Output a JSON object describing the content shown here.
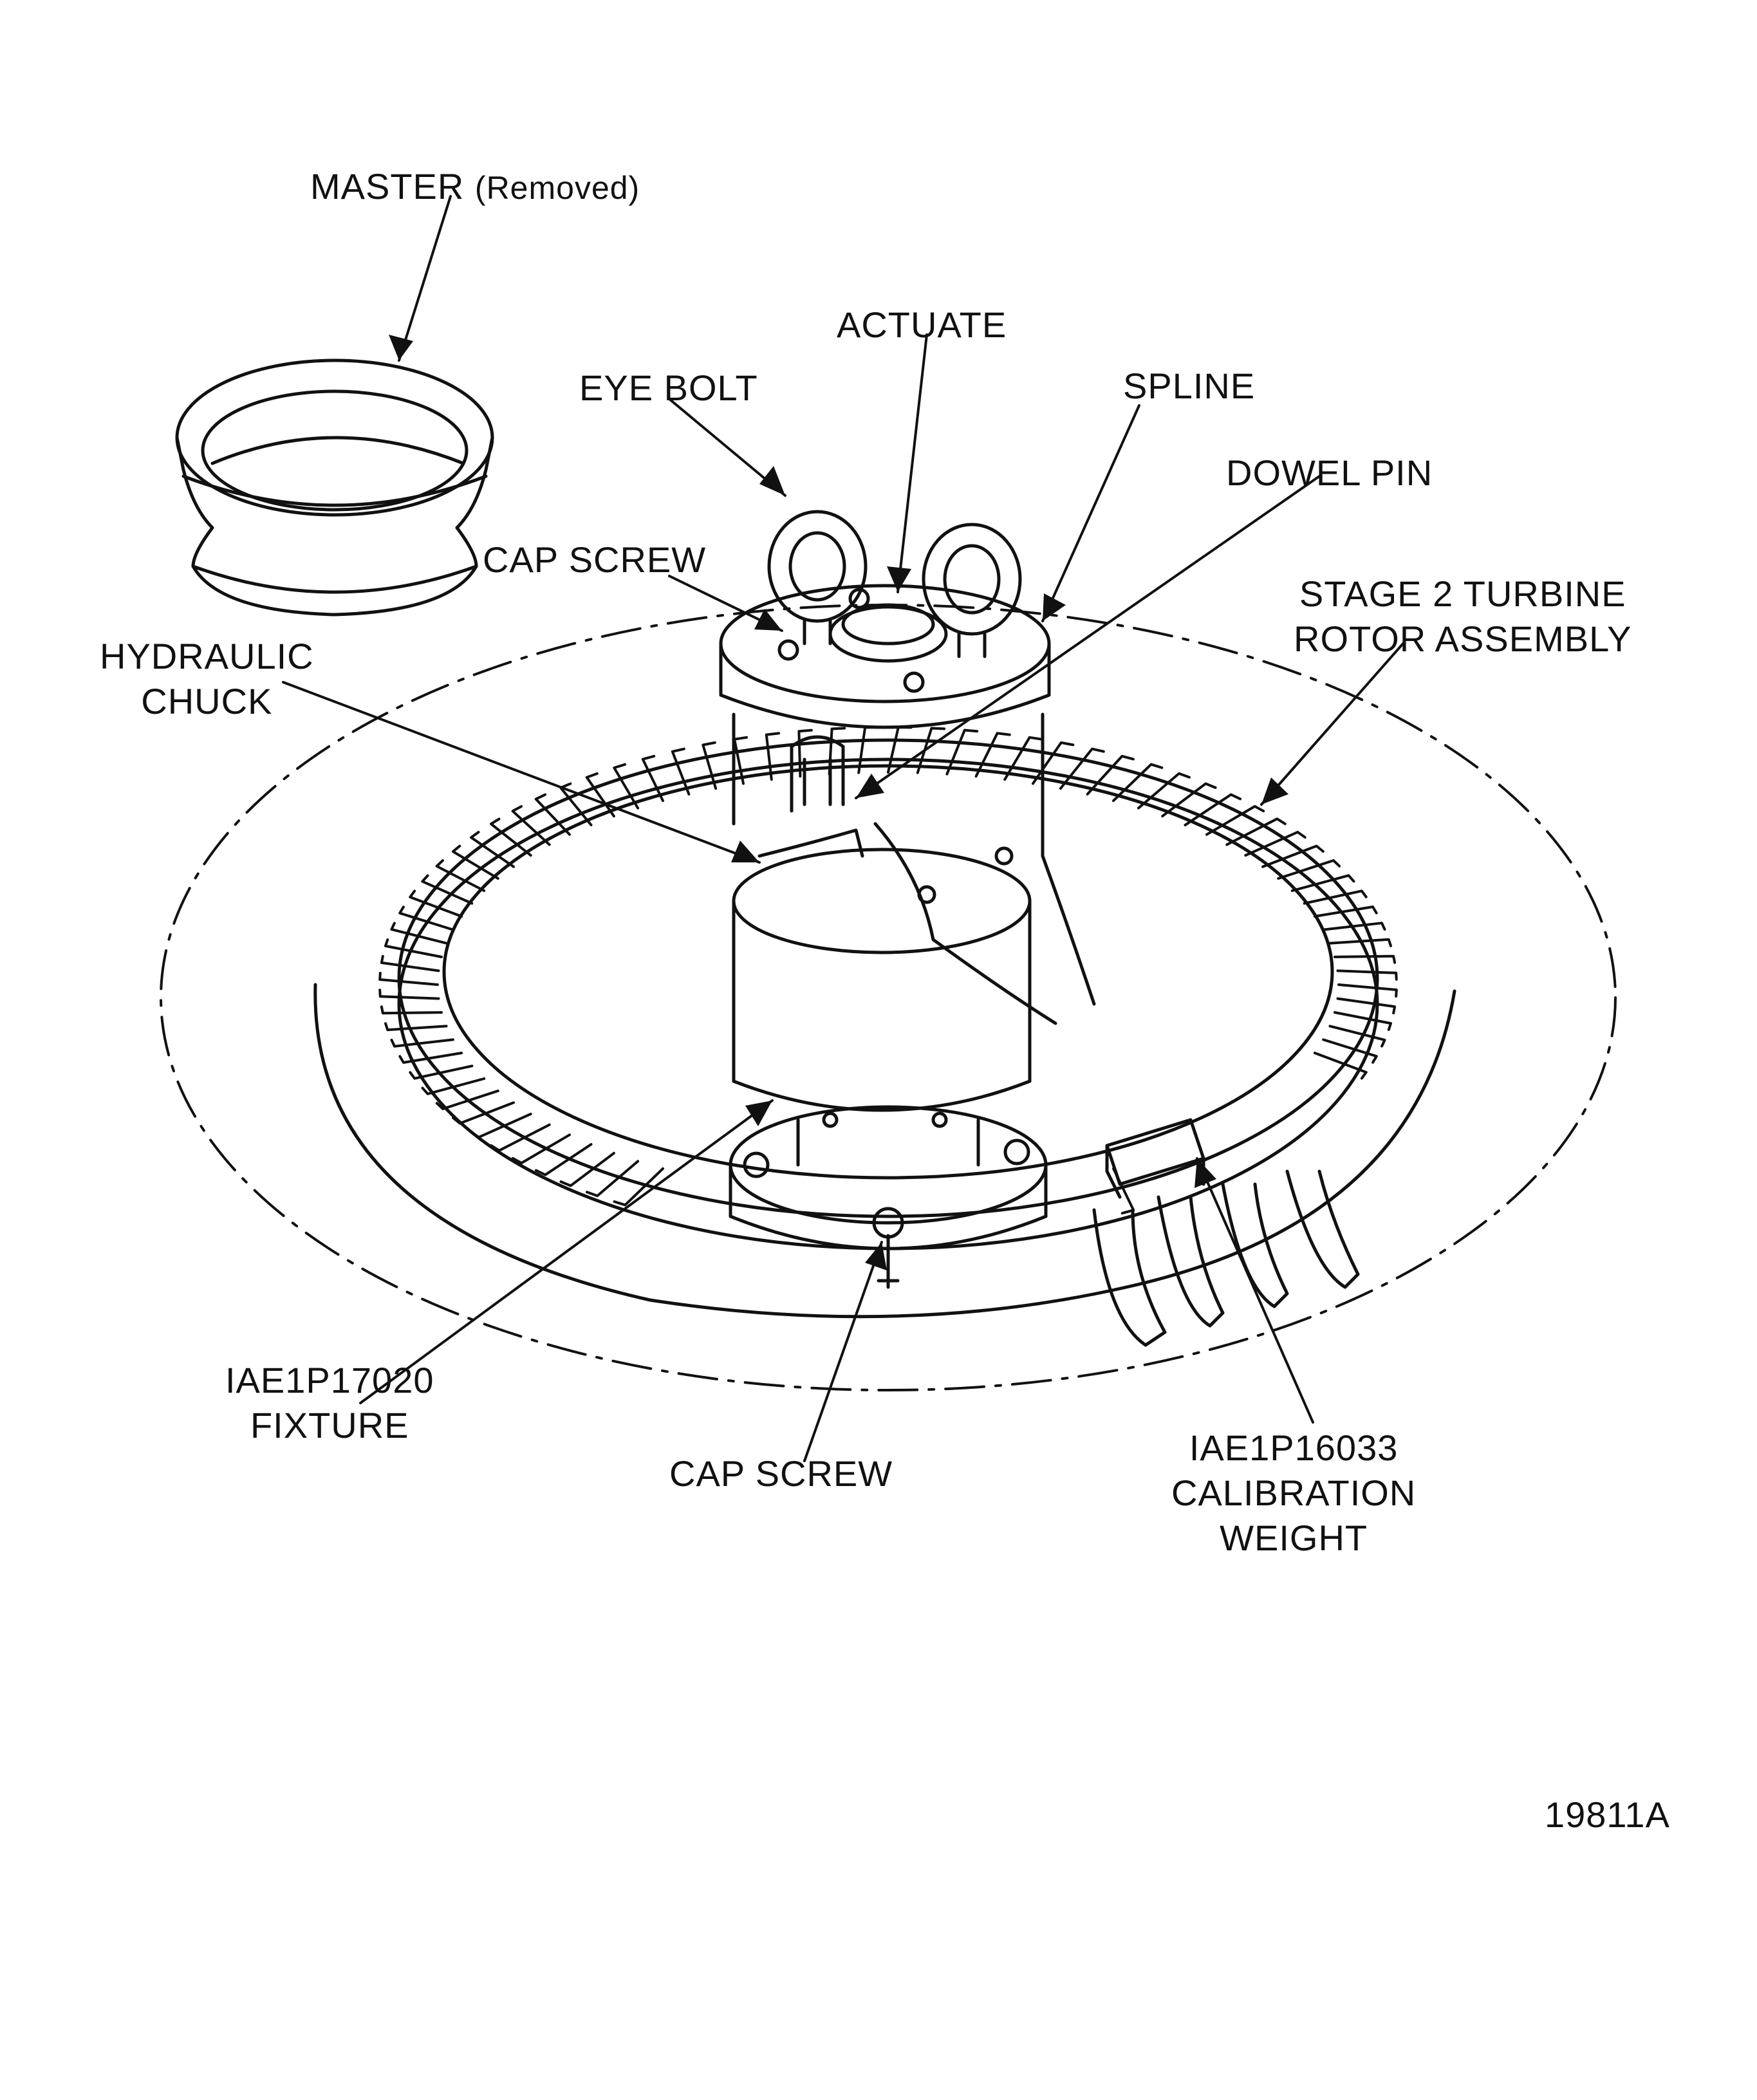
{
  "labels": {
    "master": "MASTER",
    "master_note": "(Removed)",
    "actuate": "ACTUATE",
    "eye_bolt": "EYE BOLT",
    "spline": "SPLINE",
    "dowel_pin": "DOWEL PIN",
    "cap_screw_top": "CAP SCREW",
    "stage2_line1": "STAGE 2 TURBINE",
    "stage2_line2": "ROTOR ASSEMBLY",
    "hydraulic_line1": "HYDRAULIC",
    "hydraulic_line2": "CHUCK",
    "fixture_line1": "IAE1P17020",
    "fixture_line2": "FIXTURE",
    "cap_screw_bottom": "CAP SCREW",
    "weight_line1": "IAE1P16033",
    "weight_line2": "CALIBRATION",
    "weight_line3": "WEIGHT",
    "figure_number": "19811A"
  }
}
